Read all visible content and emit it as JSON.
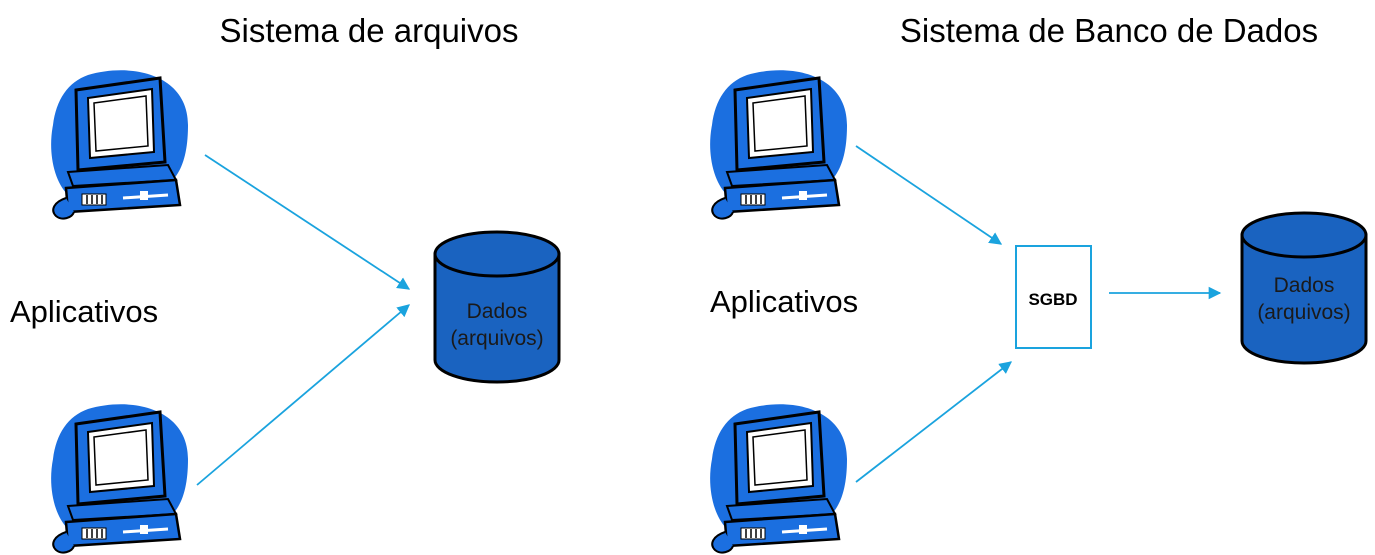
{
  "colors": {
    "accent": "#1B6FE0",
    "icon_dark": "#000000",
    "cylinder_fill": "#1A63C0",
    "cylinder_stroke": "#000000",
    "arrow": "#1AA3DE",
    "box_border": "#1AA3DE"
  },
  "left_panel": {
    "title": "Sistema de arquivos",
    "apps_label": "Aplicativos",
    "icons": [
      "computer-icon",
      "computer-icon"
    ],
    "data_store": {
      "line1": "Dados",
      "line2": "(arquivos)"
    }
  },
  "right_panel": {
    "title": "Sistema de Banco de Dados",
    "apps_label": "Aplicativos",
    "icons": [
      "computer-icon",
      "computer-icon"
    ],
    "dbms_label": "SGBD",
    "data_store": {
      "line1": "Dados",
      "line2": "(arquivos)"
    }
  }
}
